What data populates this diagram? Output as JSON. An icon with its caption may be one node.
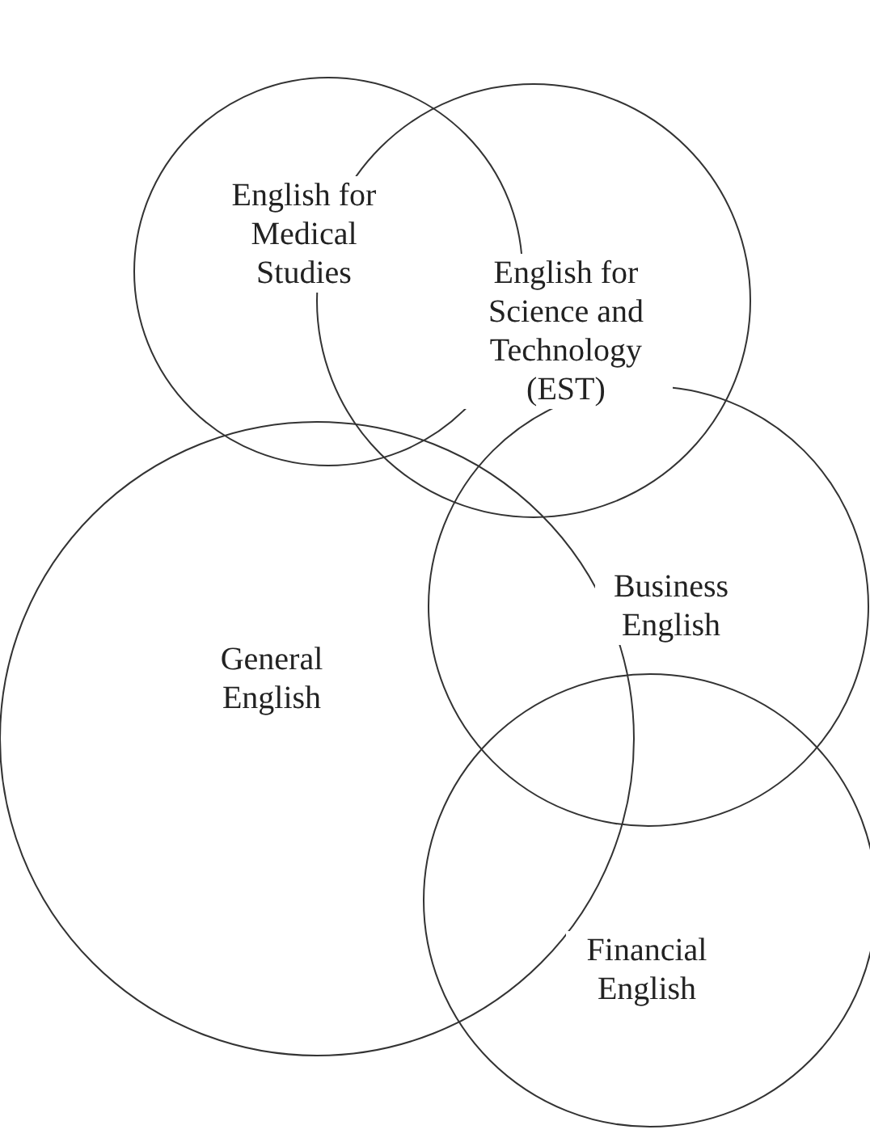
{
  "diagram": {
    "nodes": [
      {
        "text": [
          "English for Medical Studies"
        ]
      },
      {
        "text": [
          "English for Science and Technology (EST)"
        ]
      },
      {
        "text": [
          "General English"
        ]
      },
      {
        "text": [
          "Business English"
        ]
      },
      {
        "text": [
          "Financial English"
        ]
      }
    ]
  }
}
